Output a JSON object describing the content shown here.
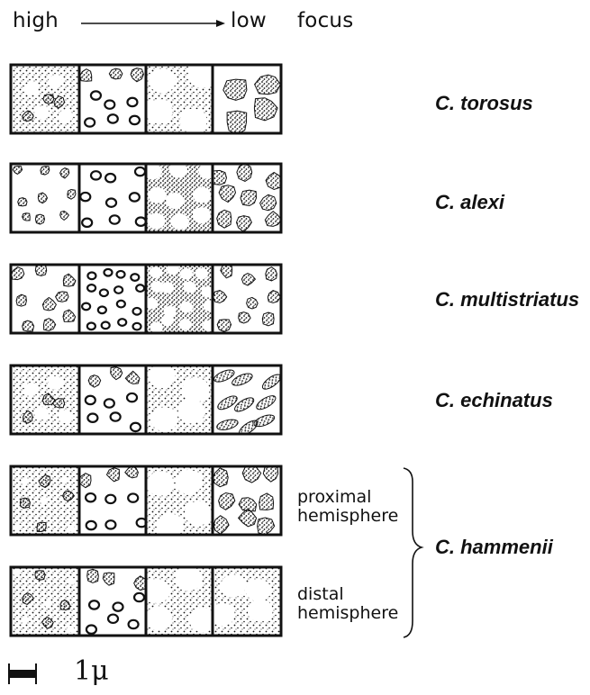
{
  "header": {
    "left": "high",
    "right": "low",
    "axis": "focus"
  },
  "rows": [
    {
      "species": "C. torosus",
      "patterns": [
        "stipple-holes",
        "circles-blobs",
        "reticulum-coarse",
        "blobs-large"
      ]
    },
    {
      "species": "C. alexi",
      "patterns": [
        "dots-blobs",
        "circles",
        "reticulum-fine",
        "blobs-medium"
      ]
    },
    {
      "species": "C. multistriatus",
      "patterns": [
        "dots-blobs-dense",
        "circles-dense",
        "reticulum-dense",
        "blobs-dense"
      ]
    },
    {
      "species": "C. echinatus",
      "patterns": [
        "stipple-holes",
        "circles-blobs",
        "reticulum-coarse",
        "blobs-elongate"
      ]
    },
    {
      "hemisphere": "proximal\nhemisphere",
      "patterns": [
        "stipple-dots",
        "circles-blobs",
        "reticulum-coarse",
        "blobs-round"
      ]
    },
    {
      "hemisphere": "distal\nhemisphere",
      "patterns": [
        "stipple-dots",
        "circles-blobs",
        "reticulum-coarse",
        "reticulum-large"
      ]
    }
  ],
  "group_label": "C. hammenii",
  "scale": {
    "label": "1μ"
  }
}
